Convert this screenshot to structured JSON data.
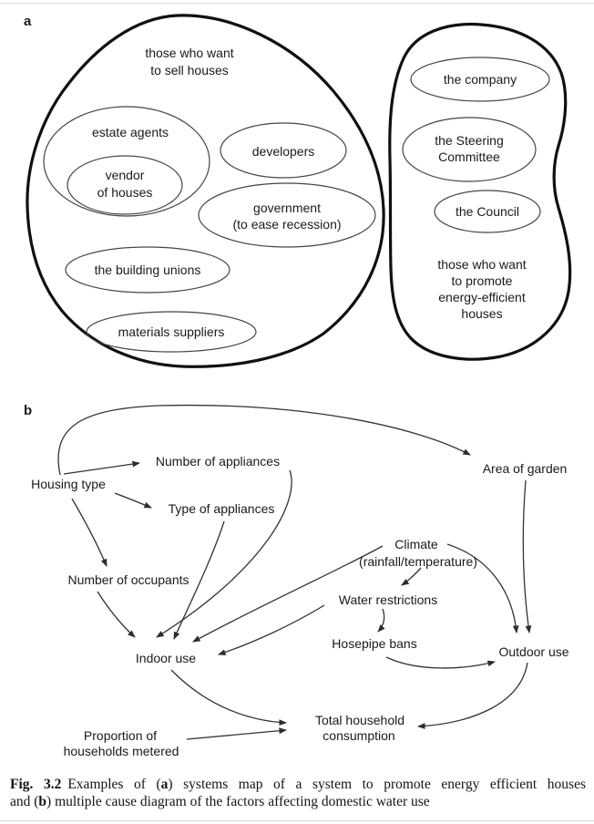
{
  "panel_a": {
    "label": "a",
    "sellers_blob": {
      "title_line1": "those who want",
      "title_line2": "to sell houses",
      "estate_agents": "estate agents",
      "vendor_line1": "vendor",
      "vendor_line2": "of houses",
      "developers": "developers",
      "government_line1": "government",
      "government_line2": "(to ease recession)",
      "building_unions": "the building unions",
      "materials_suppliers": "materials suppliers"
    },
    "promoters_blob": {
      "company": "the company",
      "steering_line1": "the Steering",
      "steering_line2": "Committee",
      "council": "the Council",
      "label_line1": "those who want",
      "label_line2": "to promote",
      "label_line3": "energy-efficient",
      "label_line4": "houses"
    }
  },
  "panel_b": {
    "label": "b",
    "nodes": {
      "housing_type": "Housing type",
      "number_of_appliances": "Number of appliances",
      "type_of_appliances": "Type of appliances",
      "number_of_occupants": "Number of occupants",
      "area_of_garden": "Area of garden",
      "climate_line1": "Climate",
      "climate_line2": "(rainfall/temperature)",
      "water_restrictions": "Water restrictions",
      "hosepipe_bans": "Hosepipe bans",
      "indoor_use": "Indoor use",
      "outdoor_use": "Outdoor use",
      "total_line1": "Total household",
      "total_line2": "consumption",
      "proportion_line1": "Proportion of",
      "proportion_line2": "households metered"
    },
    "edges": [
      {
        "from": "Housing type",
        "to": "Number of appliances"
      },
      {
        "from": "Housing type",
        "to": "Type of appliances"
      },
      {
        "from": "Housing type",
        "to": "Number of occupants"
      },
      {
        "from": "Housing type",
        "to": "Area of garden"
      },
      {
        "from": "Number of appliances",
        "to": "Indoor use"
      },
      {
        "from": "Type of appliances",
        "to": "Indoor use"
      },
      {
        "from": "Number of occupants",
        "to": "Indoor use"
      },
      {
        "from": "Climate (rainfall/temperature)",
        "to": "Indoor use"
      },
      {
        "from": "Climate (rainfall/temperature)",
        "to": "Water restrictions"
      },
      {
        "from": "Climate (rainfall/temperature)",
        "to": "Outdoor use"
      },
      {
        "from": "Water restrictions",
        "to": "Indoor use"
      },
      {
        "from": "Water restrictions",
        "to": "Hosepipe bans"
      },
      {
        "from": "Hosepipe bans",
        "to": "Outdoor use"
      },
      {
        "from": "Area of garden",
        "to": "Outdoor use"
      },
      {
        "from": "Indoor use",
        "to": "Total household consumption"
      },
      {
        "from": "Outdoor use",
        "to": "Total household consumption"
      },
      {
        "from": "Proportion of households metered",
        "to": "Total household consumption"
      }
    ]
  },
  "caption": {
    "fig_label": "Fig. 3.2",
    "line1_text1": "Examples of (",
    "line1_bold_a": "a",
    "line1_text2": ") systems map of a system to promote energy efficient houses",
    "line2_text1": "and (",
    "line2_bold_b": "b",
    "line2_text2": ") multiple cause diagram of the factors affecting domestic water use"
  },
  "colors": {
    "blob_stroke": "#101010",
    "ellipse_stroke": "#454545",
    "edge_stroke": "#333333",
    "text": "#1a1a1a",
    "top_rule": "#d9d9d9",
    "bottom_rule": "#ccd3da"
  }
}
